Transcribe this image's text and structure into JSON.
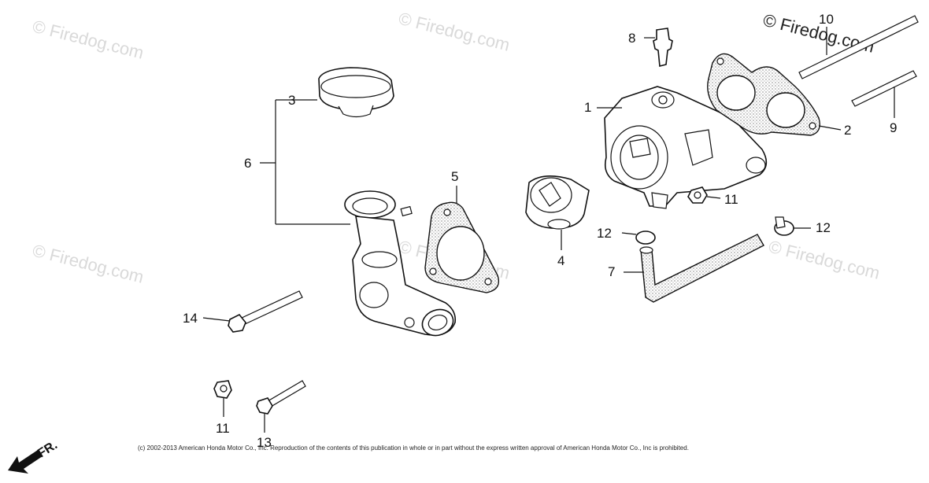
{
  "watermarks": [
    "© Firedog.com",
    "© Firedog.com",
    "© Firedog.com",
    "© Firedog.com",
    "© Firedog.com",
    "© Firedog.com"
  ],
  "callouts": [
    "1",
    "2",
    "3",
    "4",
    "5",
    "6",
    "7",
    "8",
    "9",
    "10",
    "11",
    "11",
    "12",
    "12",
    "13",
    "14"
  ],
  "copyright": "(c) 2002-2013 American Honda Motor Co., Inc. Reproduction of the contents of this publication in whole or in part without the express written approval of American Honda Motor Co., Inc is prohibited.",
  "direction_label": "FR."
}
